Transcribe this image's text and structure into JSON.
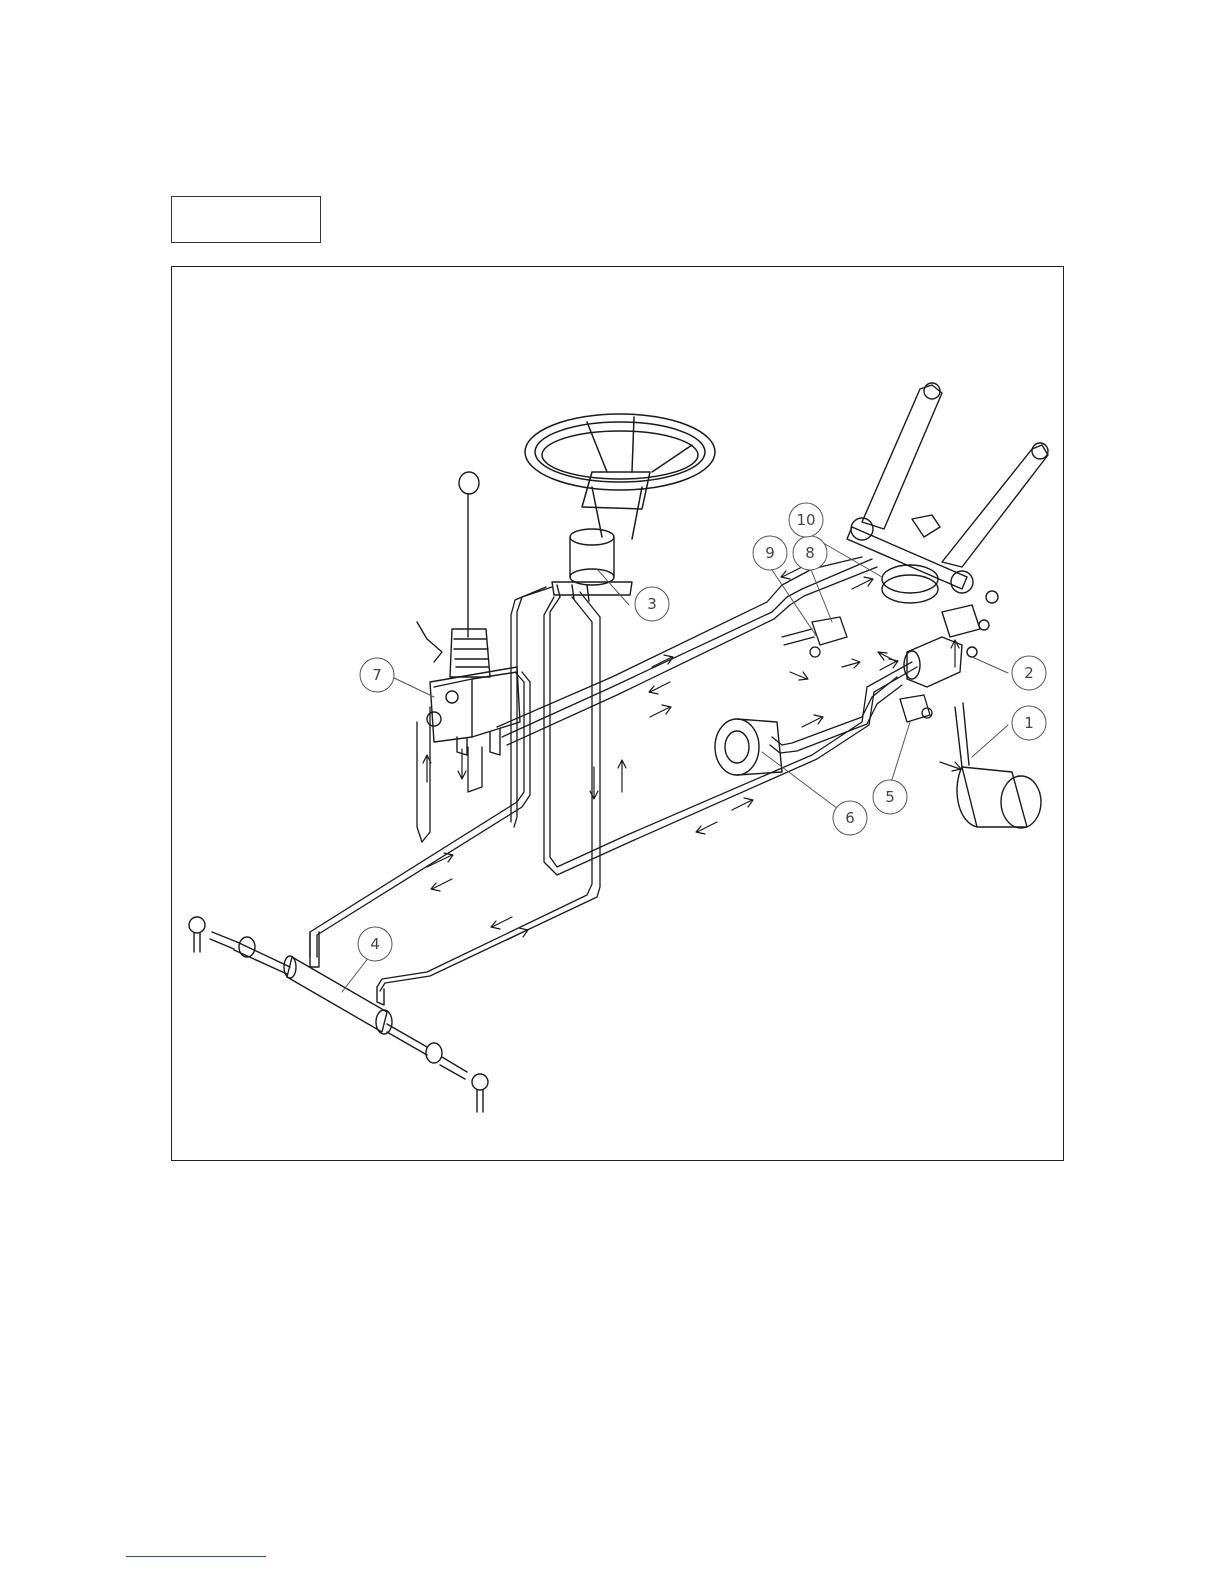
{
  "header_box": {
    "text": ""
  },
  "diagram": {
    "callouts": [
      {
        "id": "1",
        "label": "1"
      },
      {
        "id": "2",
        "label": "2"
      },
      {
        "id": "3",
        "label": "3"
      },
      {
        "id": "4",
        "label": "4"
      },
      {
        "id": "5",
        "label": "5"
      },
      {
        "id": "6",
        "label": "6"
      },
      {
        "id": "7",
        "label": "7"
      },
      {
        "id": "8",
        "label": "8"
      },
      {
        "id": "9",
        "label": "9"
      },
      {
        "id": "10",
        "label": "10"
      }
    ]
  },
  "colors": {
    "line": "#1a1a1a",
    "callout": "#555555",
    "footnote_rule": "#3b4fa8"
  }
}
